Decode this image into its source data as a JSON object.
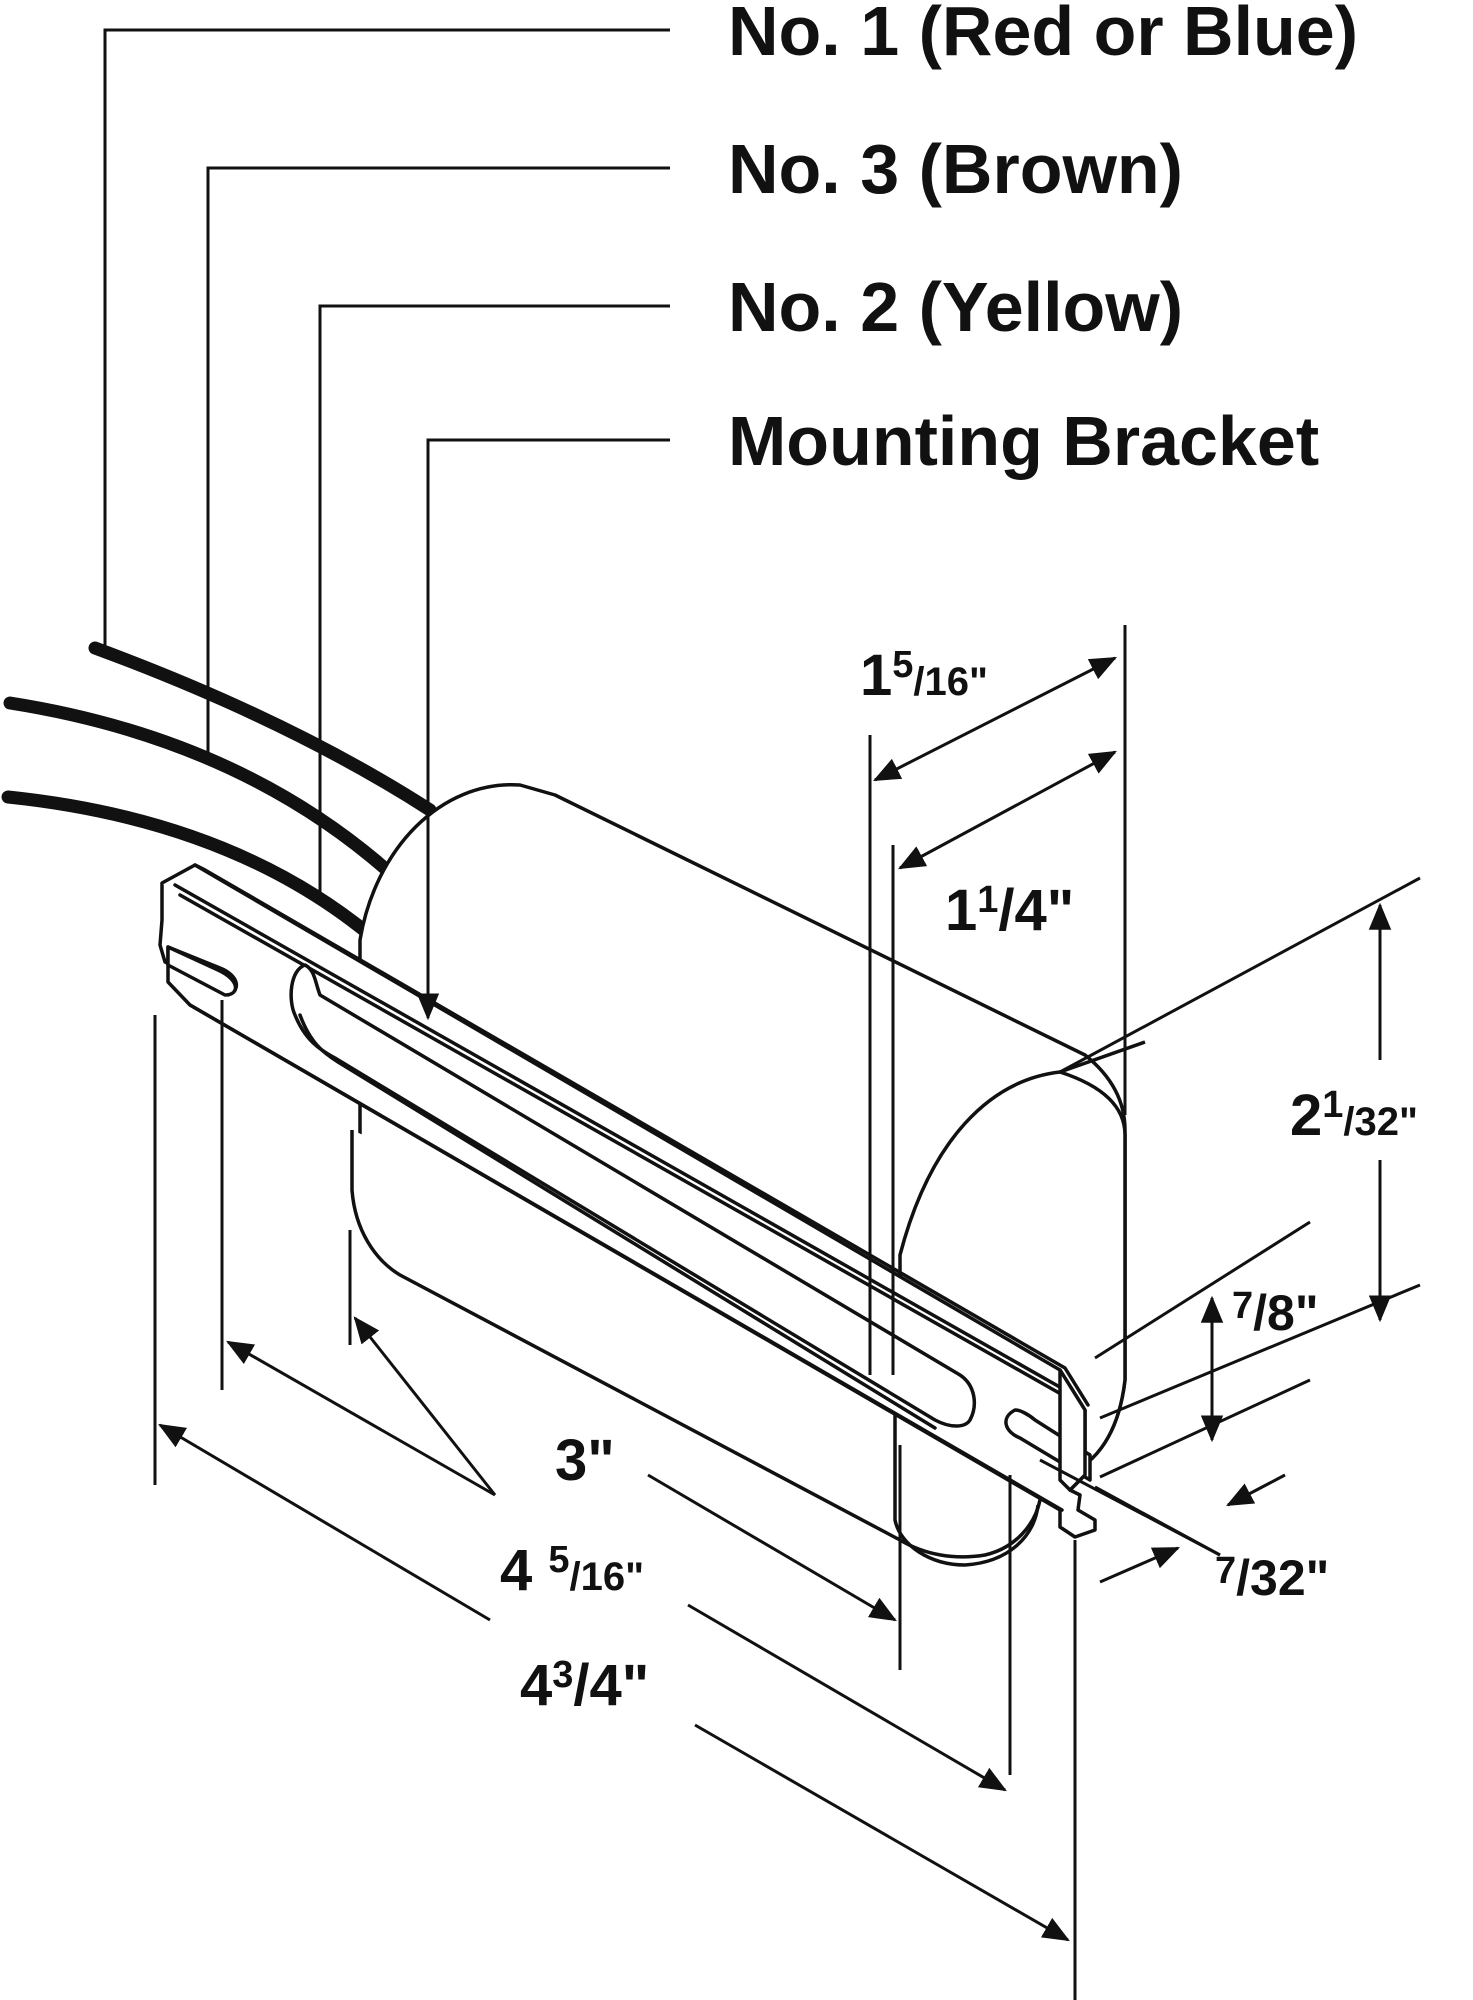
{
  "colors": {
    "ink": "#111111",
    "background": "#ffffff"
  },
  "callouts": {
    "wire_1": "No. 1 (Red or Blue)",
    "wire_3": "No. 3 (Brown)",
    "wire_2": "No. 2 (Yellow)",
    "bracket": "Mounting Bracket"
  },
  "dimensions": {
    "d1_whole": "1",
    "d1_num": "5",
    "d1_den": "16\"",
    "d2_whole": "1",
    "d2_num": "1",
    "d2_den": "4\"",
    "d3_whole": "2",
    "d3_num": "1",
    "d3_den": "32\"",
    "d4_num": "7",
    "d4_den": "8\"",
    "d5_num": "7",
    "d5_den": "32\"",
    "d6_text": "3\"",
    "d7_whole": "4 ",
    "d7_num": "5",
    "d7_den": "16\"",
    "d8_whole": "4",
    "d8_num": "3",
    "d8_den": "4\""
  }
}
